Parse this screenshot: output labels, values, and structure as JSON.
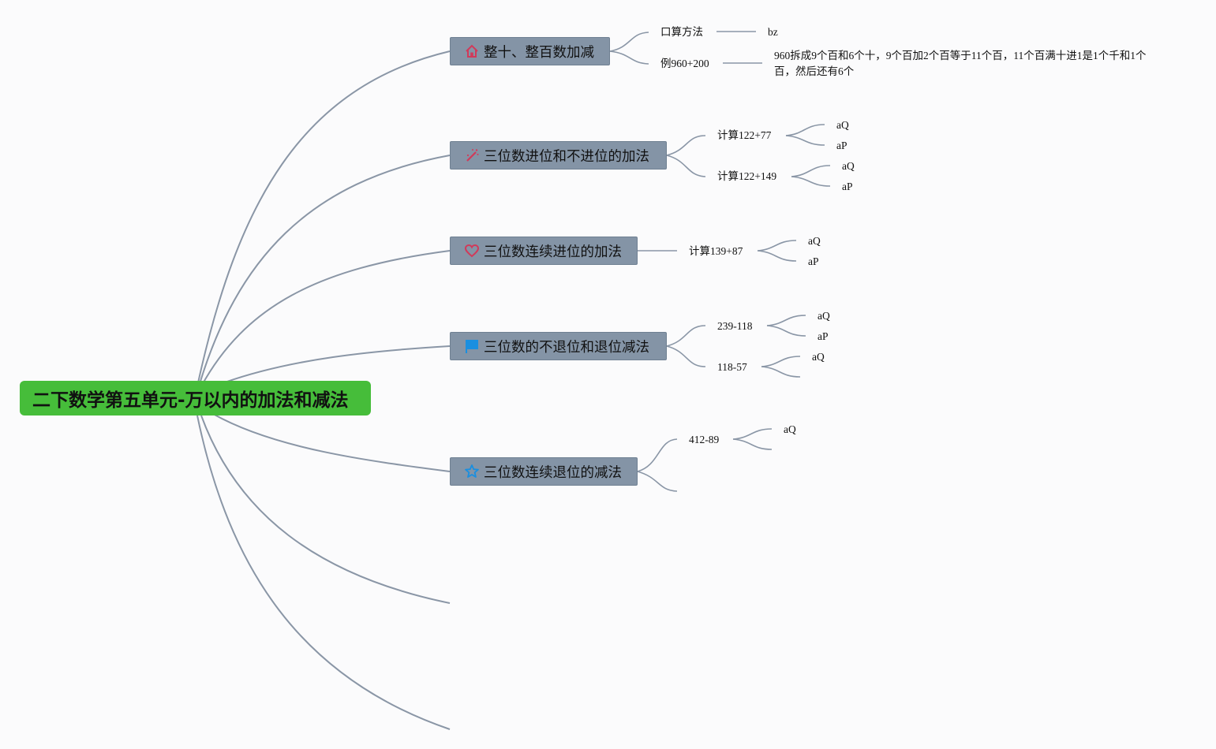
{
  "root": {
    "title": "二下数学第五单元-万以内的加法和减法"
  },
  "branches": [
    {
      "label": "整十、整百数加减",
      "icon": "home-icon",
      "children": [
        {
          "label": "口算方法",
          "children": [
            {
              "label": "bz"
            }
          ]
        },
        {
          "label": "例960+200",
          "children": [
            {
              "label": "960拆成9个百和6个十，9个百加2个百等于11个百，11个百满十进1是1个千和1个百，然后还有6个"
            }
          ]
        }
      ]
    },
    {
      "label": "三位数进位和不进位的加法",
      "icon": "magic-wand-icon",
      "children": [
        {
          "label": "计算122+77",
          "children": [
            {
              "label": "aQ"
            },
            {
              "label": "aP"
            }
          ]
        },
        {
          "label": "计算122+149",
          "children": [
            {
              "label": "aQ"
            },
            {
              "label": "aP"
            }
          ]
        }
      ]
    },
    {
      "label": "三位数连续进位的加法",
      "icon": "heart-icon",
      "children": [
        {
          "label": "计算139+87",
          "children": [
            {
              "label": "aQ"
            },
            {
              "label": "aP"
            }
          ]
        }
      ]
    },
    {
      "label": "三位数的不退位和退位减法",
      "icon": "flag-icon",
      "children": [
        {
          "label": "239-118",
          "children": [
            {
              "label": "aQ"
            },
            {
              "label": "aP"
            }
          ]
        },
        {
          "label": "118-57",
          "children": [
            {
              "label": "aQ"
            }
          ]
        }
      ]
    },
    {
      "label": "三位数连续退位的减法",
      "icon": "star-icon",
      "children": [
        {
          "label": "412-89",
          "children": [
            {
              "label": "aQ"
            }
          ]
        }
      ]
    }
  ],
  "colors": {
    "root": "#46bd3a",
    "branch": "#8494a6",
    "edge": "#8a96a6"
  }
}
